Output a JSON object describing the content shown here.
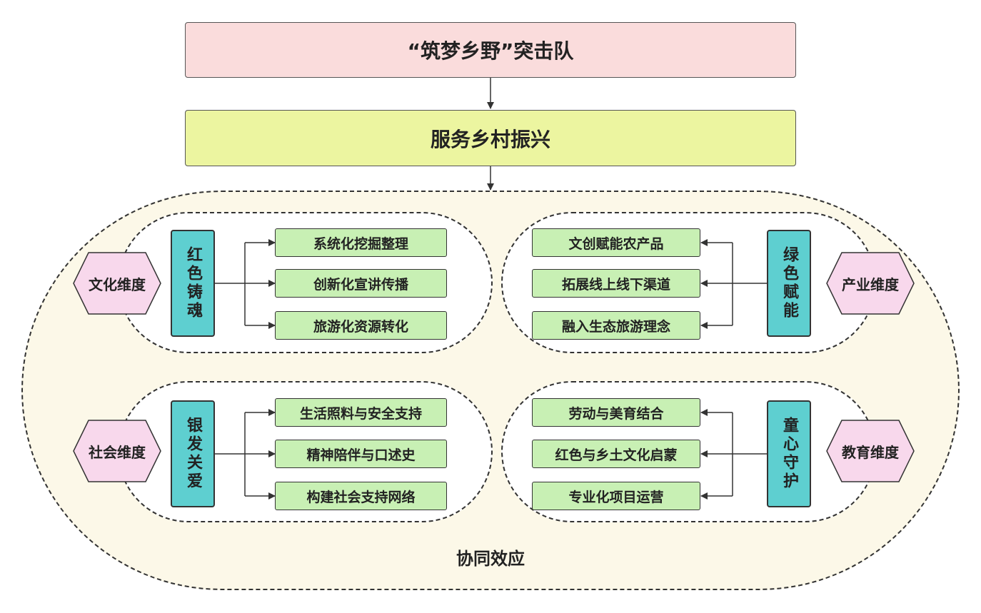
{
  "title": "“筑梦乡野”突击队",
  "service": "服务乡村振兴",
  "synergy": "协同效应",
  "colors": {
    "title_fill": "#fadcdc",
    "service_fill": "#ecf5a0",
    "outer_fill": "#fcf8e8",
    "pillar_fill": "#5ecfd0",
    "item_fill": "#c8f0b4",
    "dimension_fill": "#f8d8ec"
  },
  "clusters": {
    "culture": {
      "dimension": "文化维度",
      "pillar": "红色铸魂",
      "items": [
        "系统化挖掘整理",
        "创新化宣讲传播",
        "旅游化资源转化"
      ]
    },
    "industry": {
      "dimension": "产业维度",
      "pillar": "绿色赋能",
      "items": [
        "文创赋能农产品",
        "拓展线上线下渠道",
        "融入生态旅游理念"
      ]
    },
    "society": {
      "dimension": "社会维度",
      "pillar": "银发关爱",
      "items": [
        "生活照料与安全支持",
        "精神陪伴与口述史",
        "构建社会支持网络"
      ]
    },
    "education": {
      "dimension": "教育维度",
      "pillar": "童心守护",
      "items": [
        "劳动与美育结合",
        "红色与乡土文化启蒙",
        "专业化项目运营"
      ]
    }
  }
}
